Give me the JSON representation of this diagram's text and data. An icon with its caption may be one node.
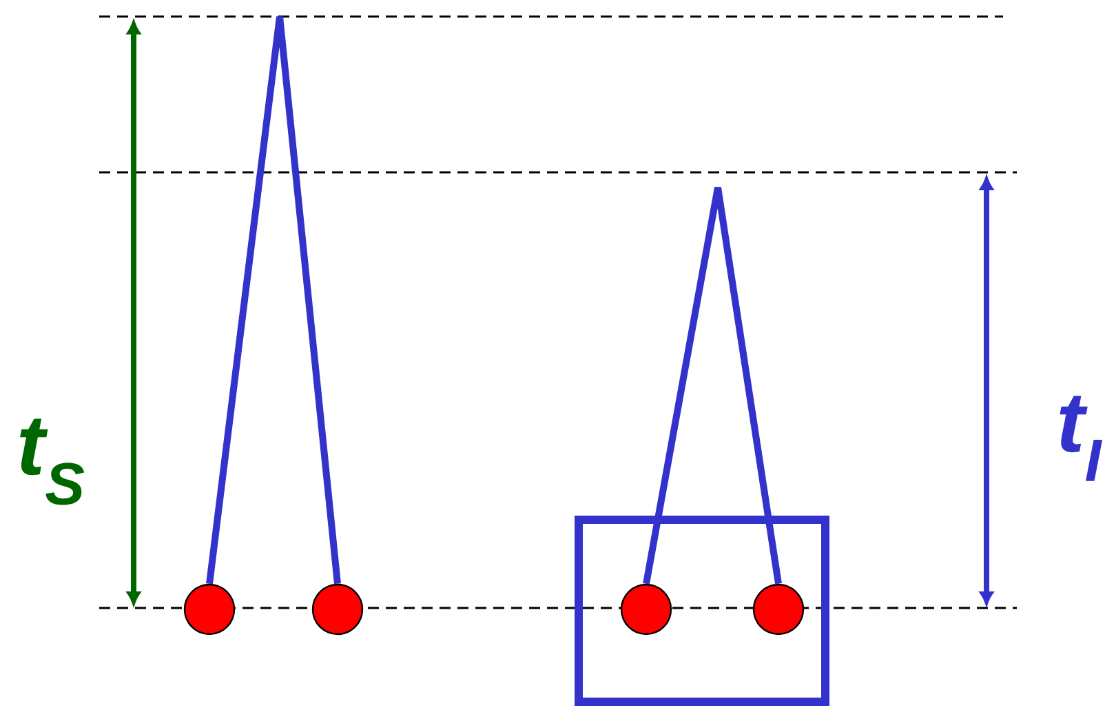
{
  "diagram": {
    "nodes": [
      {
        "text": [],
        "shape": "circle"
      },
      {
        "text": [],
        "shape": "circle"
      },
      {
        "text": [],
        "shape": "box"
      },
      {
        "text": [],
        "shape": "circle",
        "in": 2
      },
      {
        "text": [],
        "shape": "circle",
        "in": 2
      }
    ],
    "edges": [
      {
        "from": 0,
        "to": 1,
        "arrow": "none"
      },
      {
        "from": 3,
        "to": 4,
        "arrow": "none"
      }
    ],
    "labels": [
      "t$_{S}$",
      "t$_{I}$"
    ]
  }
}
